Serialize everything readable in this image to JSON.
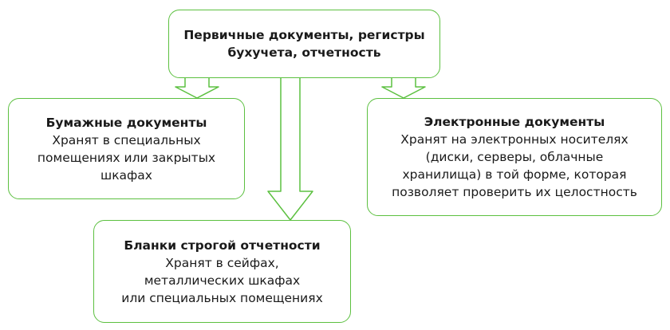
{
  "root": {
    "title": "Первичные документы, регистры\nбухучета, отчетность"
  },
  "paper": {
    "title": "Бумажные документы",
    "text": "Хранят в специальных\nпомещениях или закрытых\nшкафах"
  },
  "electronic": {
    "title": "Электронные документы",
    "text": "Хранят на электронных носителях\n(диски, серверы, облачные\nхранилища) в той форме, которая\nпозволяет проверить их целостность"
  },
  "strict": {
    "title": "Бланки строгой отчетности",
    "text": "Хранят в сейфах,\nметаллических шкафах\nили специальных помещениях"
  },
  "colors": {
    "border": "#5cc040",
    "arrow": "#5cc040"
  }
}
